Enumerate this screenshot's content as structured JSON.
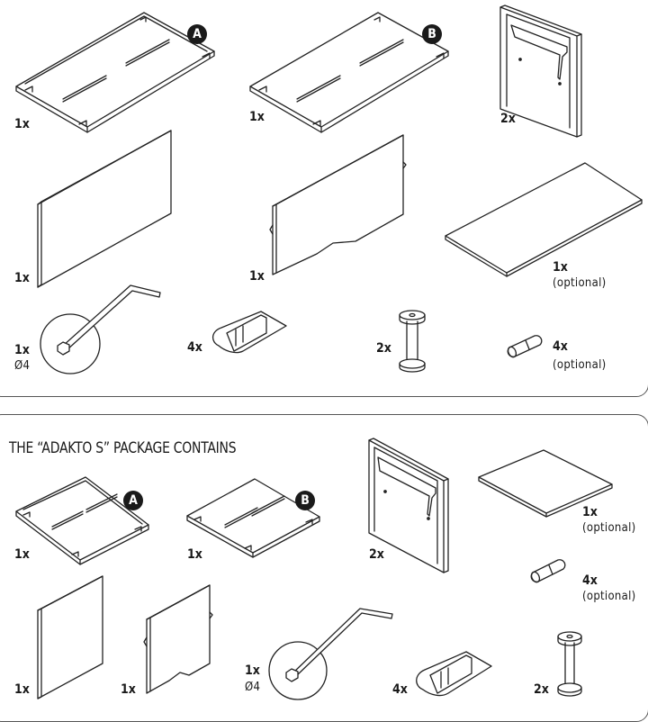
{
  "sections": {
    "top": {
      "parts": [
        {
          "qty": "1x",
          "badge": "A"
        },
        {
          "qty": "1x",
          "badge": "B"
        },
        {
          "qty": "2x"
        },
        {
          "qty": "1x"
        },
        {
          "qty": "1x"
        },
        {
          "qty": "1x",
          "note": "(optional)"
        },
        {
          "qty": "1x",
          "note": "Ø4"
        },
        {
          "qty": "4x"
        },
        {
          "qty": "2x"
        },
        {
          "qty": "4x",
          "note": "(optional)"
        }
      ]
    },
    "bottom": {
      "title": "THE “ADAKTO S” PACKAGE CONTAINS",
      "parts": [
        {
          "qty": "1x",
          "badge": "A"
        },
        {
          "qty": "1x",
          "badge": "B"
        },
        {
          "qty": "2x"
        },
        {
          "qty": "1x",
          "note": "(optional)"
        },
        {
          "qty": "4x",
          "note": "(optional)"
        },
        {
          "qty": "1x"
        },
        {
          "qty": "1x"
        },
        {
          "qty": "1x",
          "note": "Ø4"
        },
        {
          "qty": "4x"
        },
        {
          "qty": "2x"
        }
      ]
    }
  },
  "icons": [
    "board-a-icon",
    "board-b-icon",
    "side-panel-icon",
    "back-panel-icon",
    "front-panel-icon",
    "shelf-panel-icon",
    "hex-key-icon",
    "foot-bracket-icon",
    "screw-bolt-icon",
    "dowel-icon"
  ]
}
